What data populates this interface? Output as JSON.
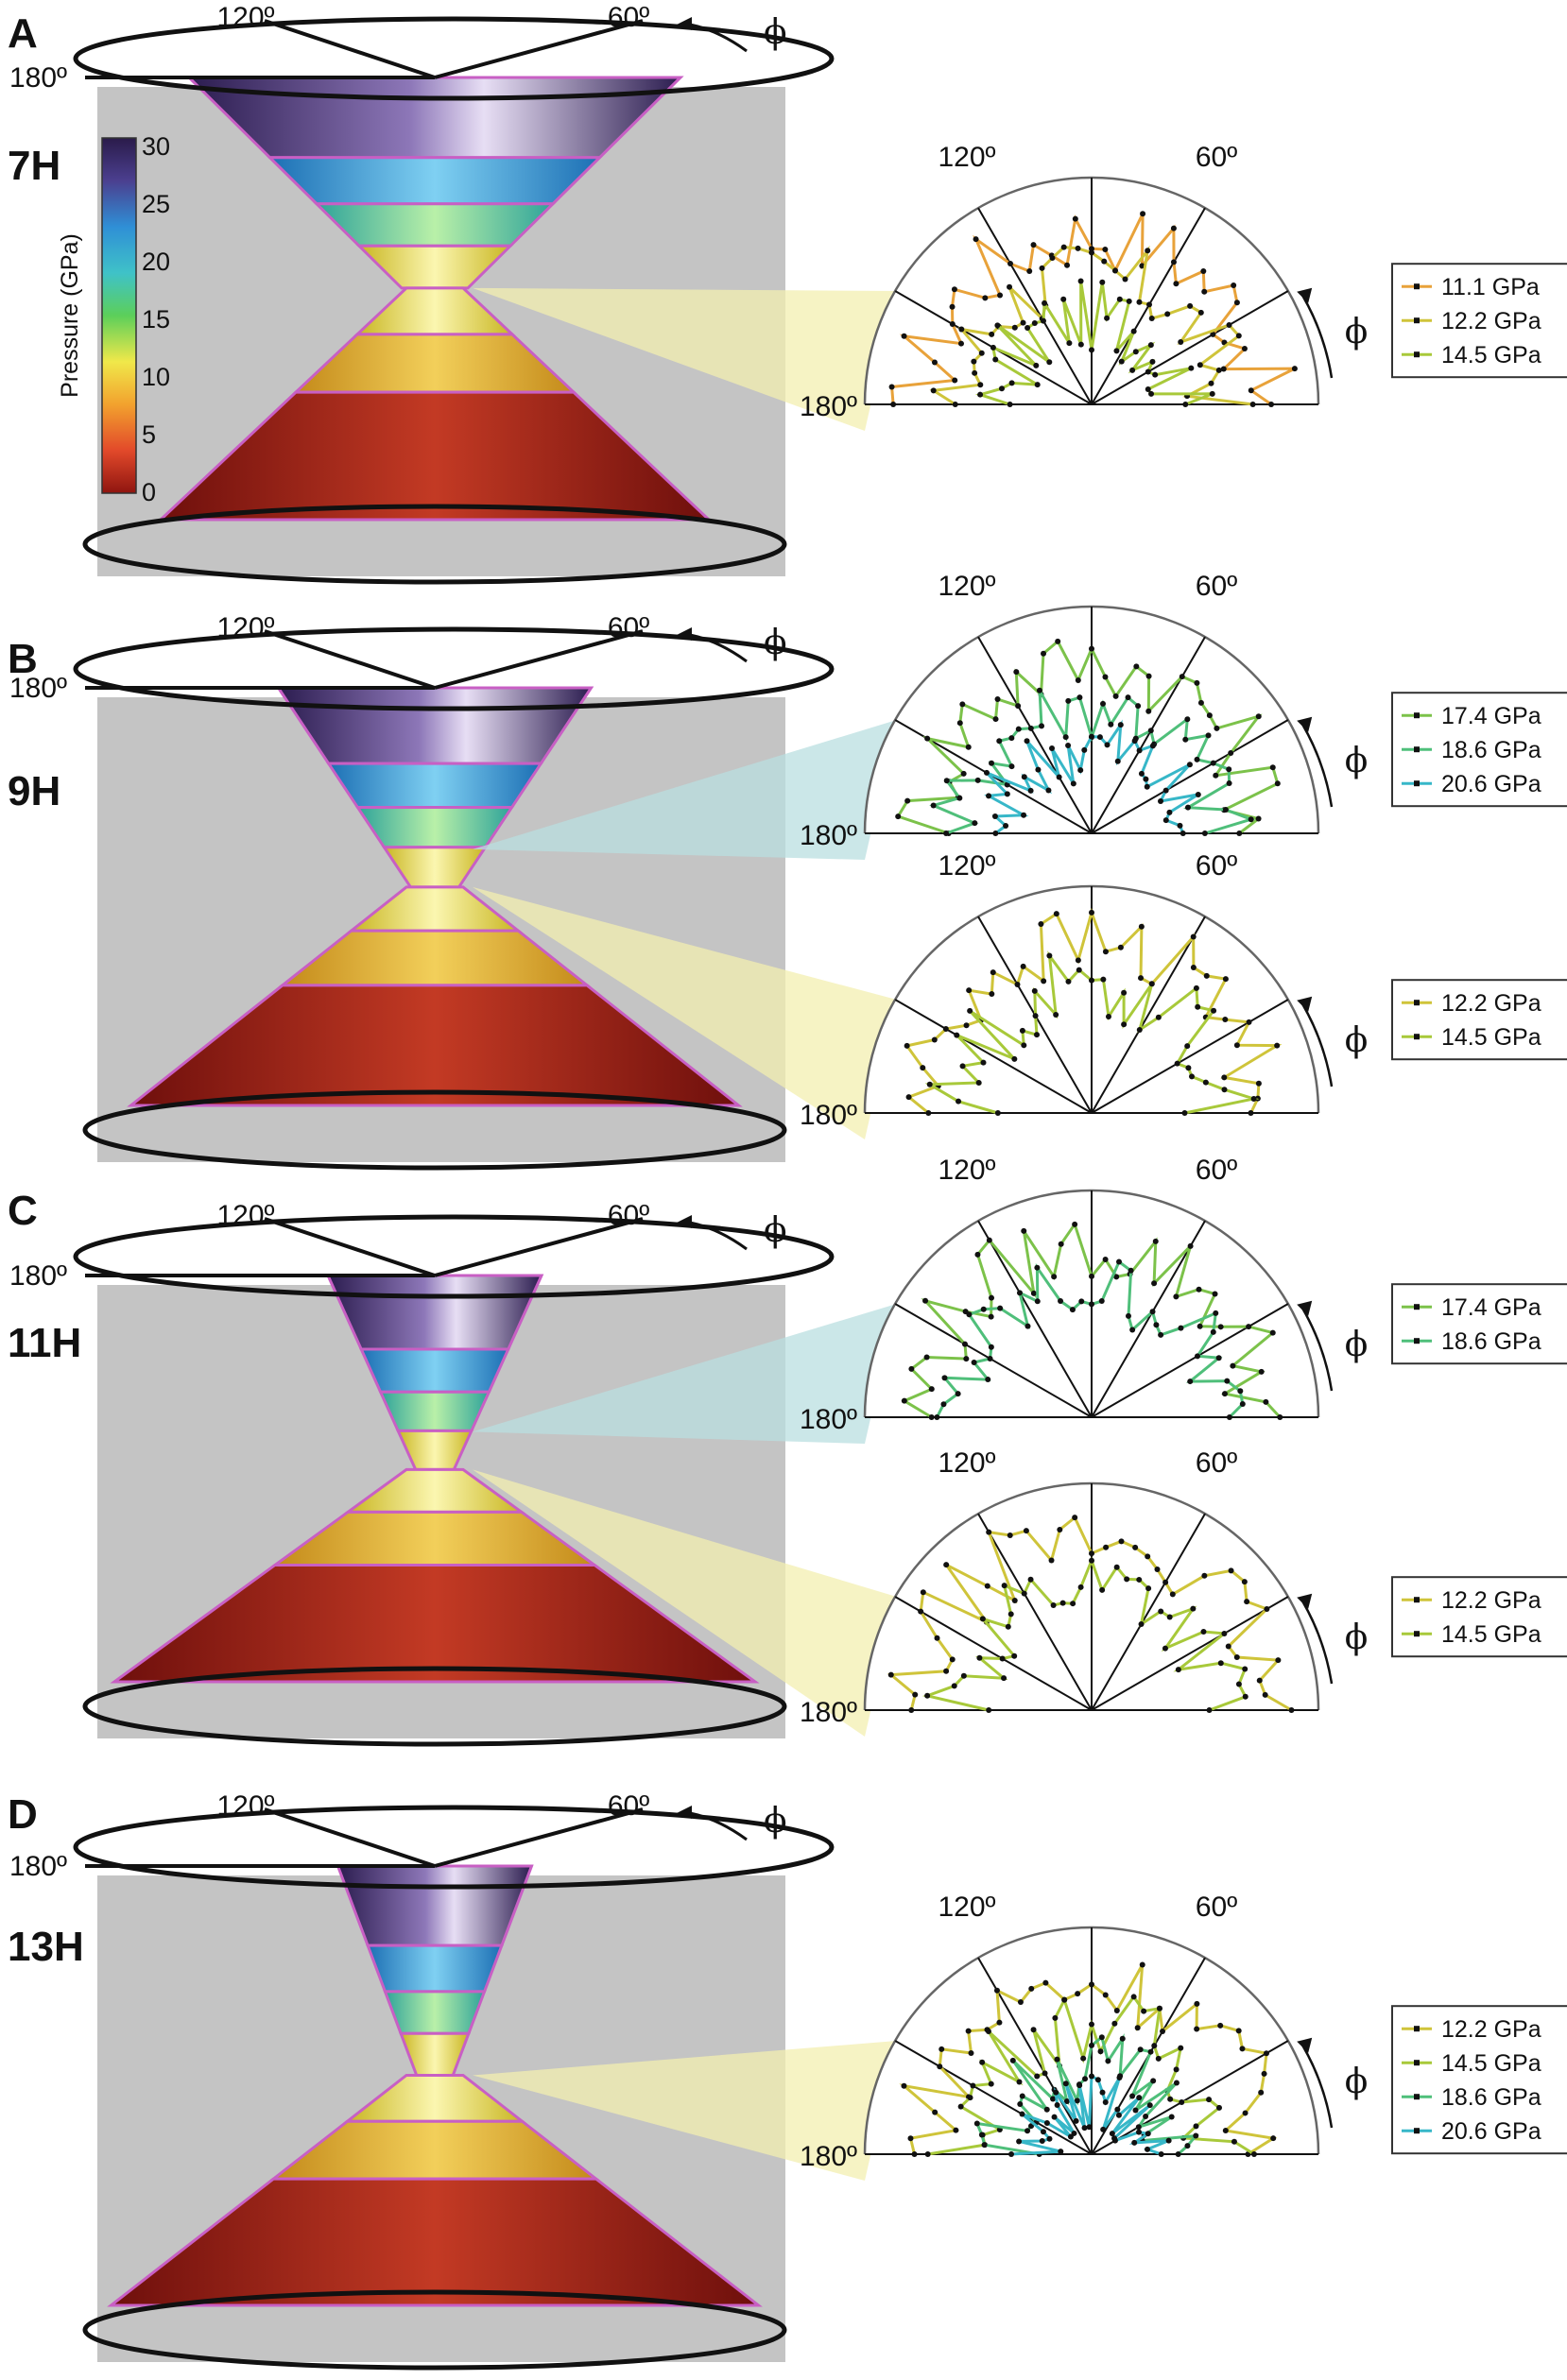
{
  "colorbar": {
    "title": "Pressure (GPa)",
    "ticks": [
      "30",
      "25",
      "20",
      "15",
      "10",
      "5",
      "0"
    ]
  },
  "panels": [
    {
      "letter": "A",
      "count": "7H",
      "ring_labels": {
        "left": "120º",
        "right": "60º",
        "side": "180º",
        "phi": "ϕ"
      },
      "polars": [
        {
          "labels": {
            "a120": "120º",
            "a60": "60º",
            "a180": "180º",
            "phi": "ϕ"
          },
          "legend": [
            {
              "label": "11.1 GPa",
              "color": "#e8a23a",
              "marker": "triangle"
            },
            {
              "label": "12.2 GPa",
              "color": "#cfc43a",
              "marker": "square"
            },
            {
              "label": "14.5 GPa",
              "color": "#a8c93a",
              "marker": "dot"
            }
          ]
        }
      ]
    },
    {
      "letter": "B",
      "count": "9H",
      "ring_labels": {
        "left": "120º",
        "right": "60º",
        "side": "180º",
        "phi": "ϕ"
      },
      "polars": [
        {
          "labels": {
            "a120": "120º",
            "a60": "60º",
            "a180": "180º",
            "phi": "ϕ"
          },
          "legend": [
            {
              "label": "17.4 GPa",
              "color": "#7cc24a",
              "marker": "triangle"
            },
            {
              "label": "18.6 GPa",
              "color": "#4fbf7a",
              "marker": "square"
            },
            {
              "label": "20.6 GPa",
              "color": "#37b7c8",
              "marker": "dot"
            }
          ]
        },
        {
          "labels": {
            "a120": "120º",
            "a60": "60º",
            "a180": "180º",
            "phi": "ϕ"
          },
          "legend": [
            {
              "label": "12.2 GPa",
              "color": "#cfc43a",
              "marker": "square"
            },
            {
              "label": "14.5 GPa",
              "color": "#a8c93a",
              "marker": "dot"
            }
          ]
        }
      ]
    },
    {
      "letter": "C",
      "count": "11H",
      "ring_labels": {
        "left": "120º",
        "right": "60º",
        "side": "180º",
        "phi": "ϕ"
      },
      "polars": [
        {
          "labels": {
            "a120": "120º",
            "a60": "60º",
            "a180": "180º",
            "phi": "ϕ"
          },
          "legend": [
            {
              "label": "17.4 GPa",
              "color": "#7cc24a",
              "marker": "triangle"
            },
            {
              "label": "18.6 GPa",
              "color": "#4fbf7a",
              "marker": "square"
            }
          ]
        },
        {
          "labels": {
            "a120": "120º",
            "a60": "60º",
            "a180": "180º",
            "phi": "ϕ"
          },
          "legend": [
            {
              "label": "12.2 GPa",
              "color": "#cfc43a",
              "marker": "square"
            },
            {
              "label": "14.5 GPa",
              "color": "#a8c93a",
              "marker": "dot"
            }
          ]
        }
      ]
    },
    {
      "letter": "D",
      "count": "13H",
      "ring_labels": {
        "left": "120º",
        "right": "60º",
        "side": "180º",
        "phi": "ϕ"
      },
      "polars": [
        {
          "labels": {
            "a120": "120º",
            "a60": "60º",
            "a180": "180º",
            "phi": "ϕ"
          },
          "legend": [
            {
              "label": "12.2 GPa",
              "color": "#cfc43a",
              "marker": "square"
            },
            {
              "label": "14.5 GPa",
              "color": "#a8c93a",
              "marker": "dot"
            },
            {
              "label": "18.6 GPa",
              "color": "#4fbf7a",
              "marker": "square"
            },
            {
              "label": "20.6 GPa",
              "color": "#37b7c8",
              "marker": "dot"
            }
          ]
        }
      ]
    }
  ]
}
